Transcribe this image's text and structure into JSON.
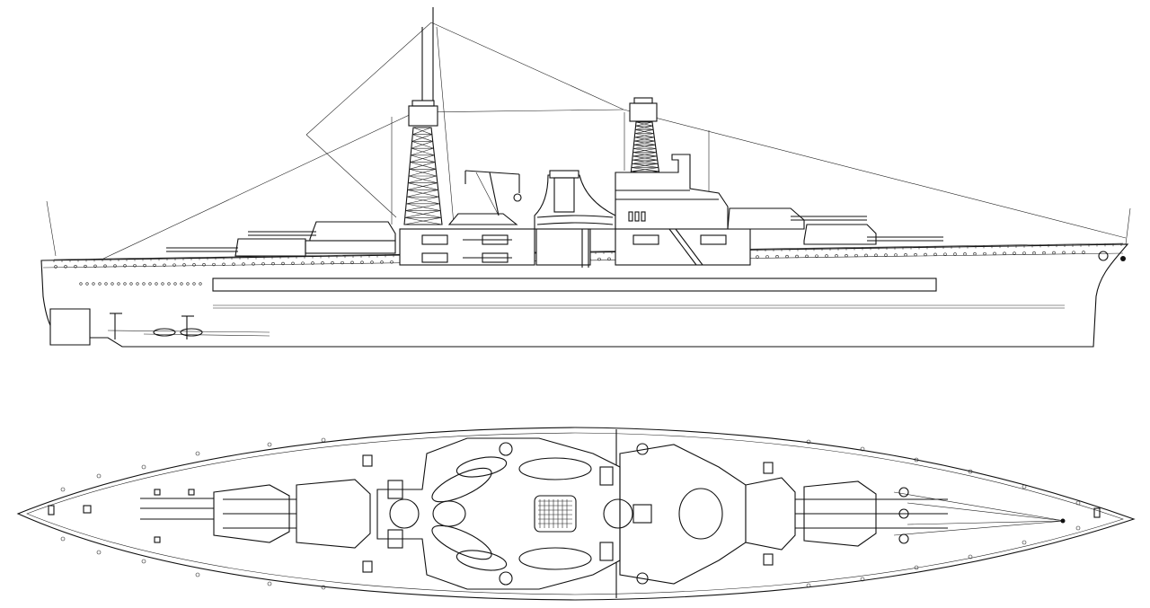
{
  "figure": {
    "type": "line-drawing",
    "subject": "battleship",
    "views": [
      "profile",
      "plan"
    ],
    "text_labels": []
  },
  "colors": {
    "background": "#ffffff",
    "ink": "#111111"
  }
}
